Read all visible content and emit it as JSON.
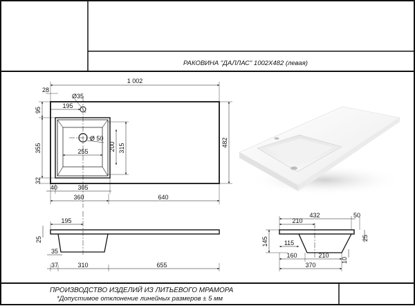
{
  "title_block": {
    "product_title": "РАКОВИНА \"ДАЛЛАС\" 1002X482 (левая)"
  },
  "footer": {
    "line1": "ПРОИЗВОДСТВО ИЗДЕЛИЙ ИЗ ЛИТЬЕВОГО МРАМОРА",
    "line2": "*Допустимое отклонение линейных размеров ±    5 мм"
  },
  "top_view": {
    "overall_width": "1 002",
    "overall_depth": "482",
    "tap_offset_edge": "28",
    "tap_hole_diameter": "Ø35",
    "tap_offset_x": "195",
    "tap_offset_y": "95",
    "drain_diameter": "Ø 50",
    "bowl_outer_depth": "355",
    "bowl_inner_width": "255",
    "bowl_inner_depth": "200",
    "bowl_depth_315": "315",
    "front_margin": "32",
    "left_margin": "40",
    "bowl_width": "305",
    "bowl_zone_width": "360",
    "drainboard_width": "640"
  },
  "front_section": {
    "center_offset": "195",
    "slab_thickness": "25",
    "bottom_inset": "35",
    "bowl_left": "37",
    "bowl_width": "310",
    "remaining_width": "655"
  },
  "side_section": {
    "overall_depth": "432",
    "back_lip": "50",
    "center_offset": "210",
    "total_height": "145",
    "slab_thickness": "25",
    "bottom_offset": "115",
    "bottom_gap": "10",
    "front_to_bottom": "160",
    "bottom_width": "210",
    "bowl_span": "370"
  },
  "colors": {
    "line": "#111111",
    "sink_white": "#f4f4f4",
    "sink_shadow": "#d9d9d9"
  }
}
